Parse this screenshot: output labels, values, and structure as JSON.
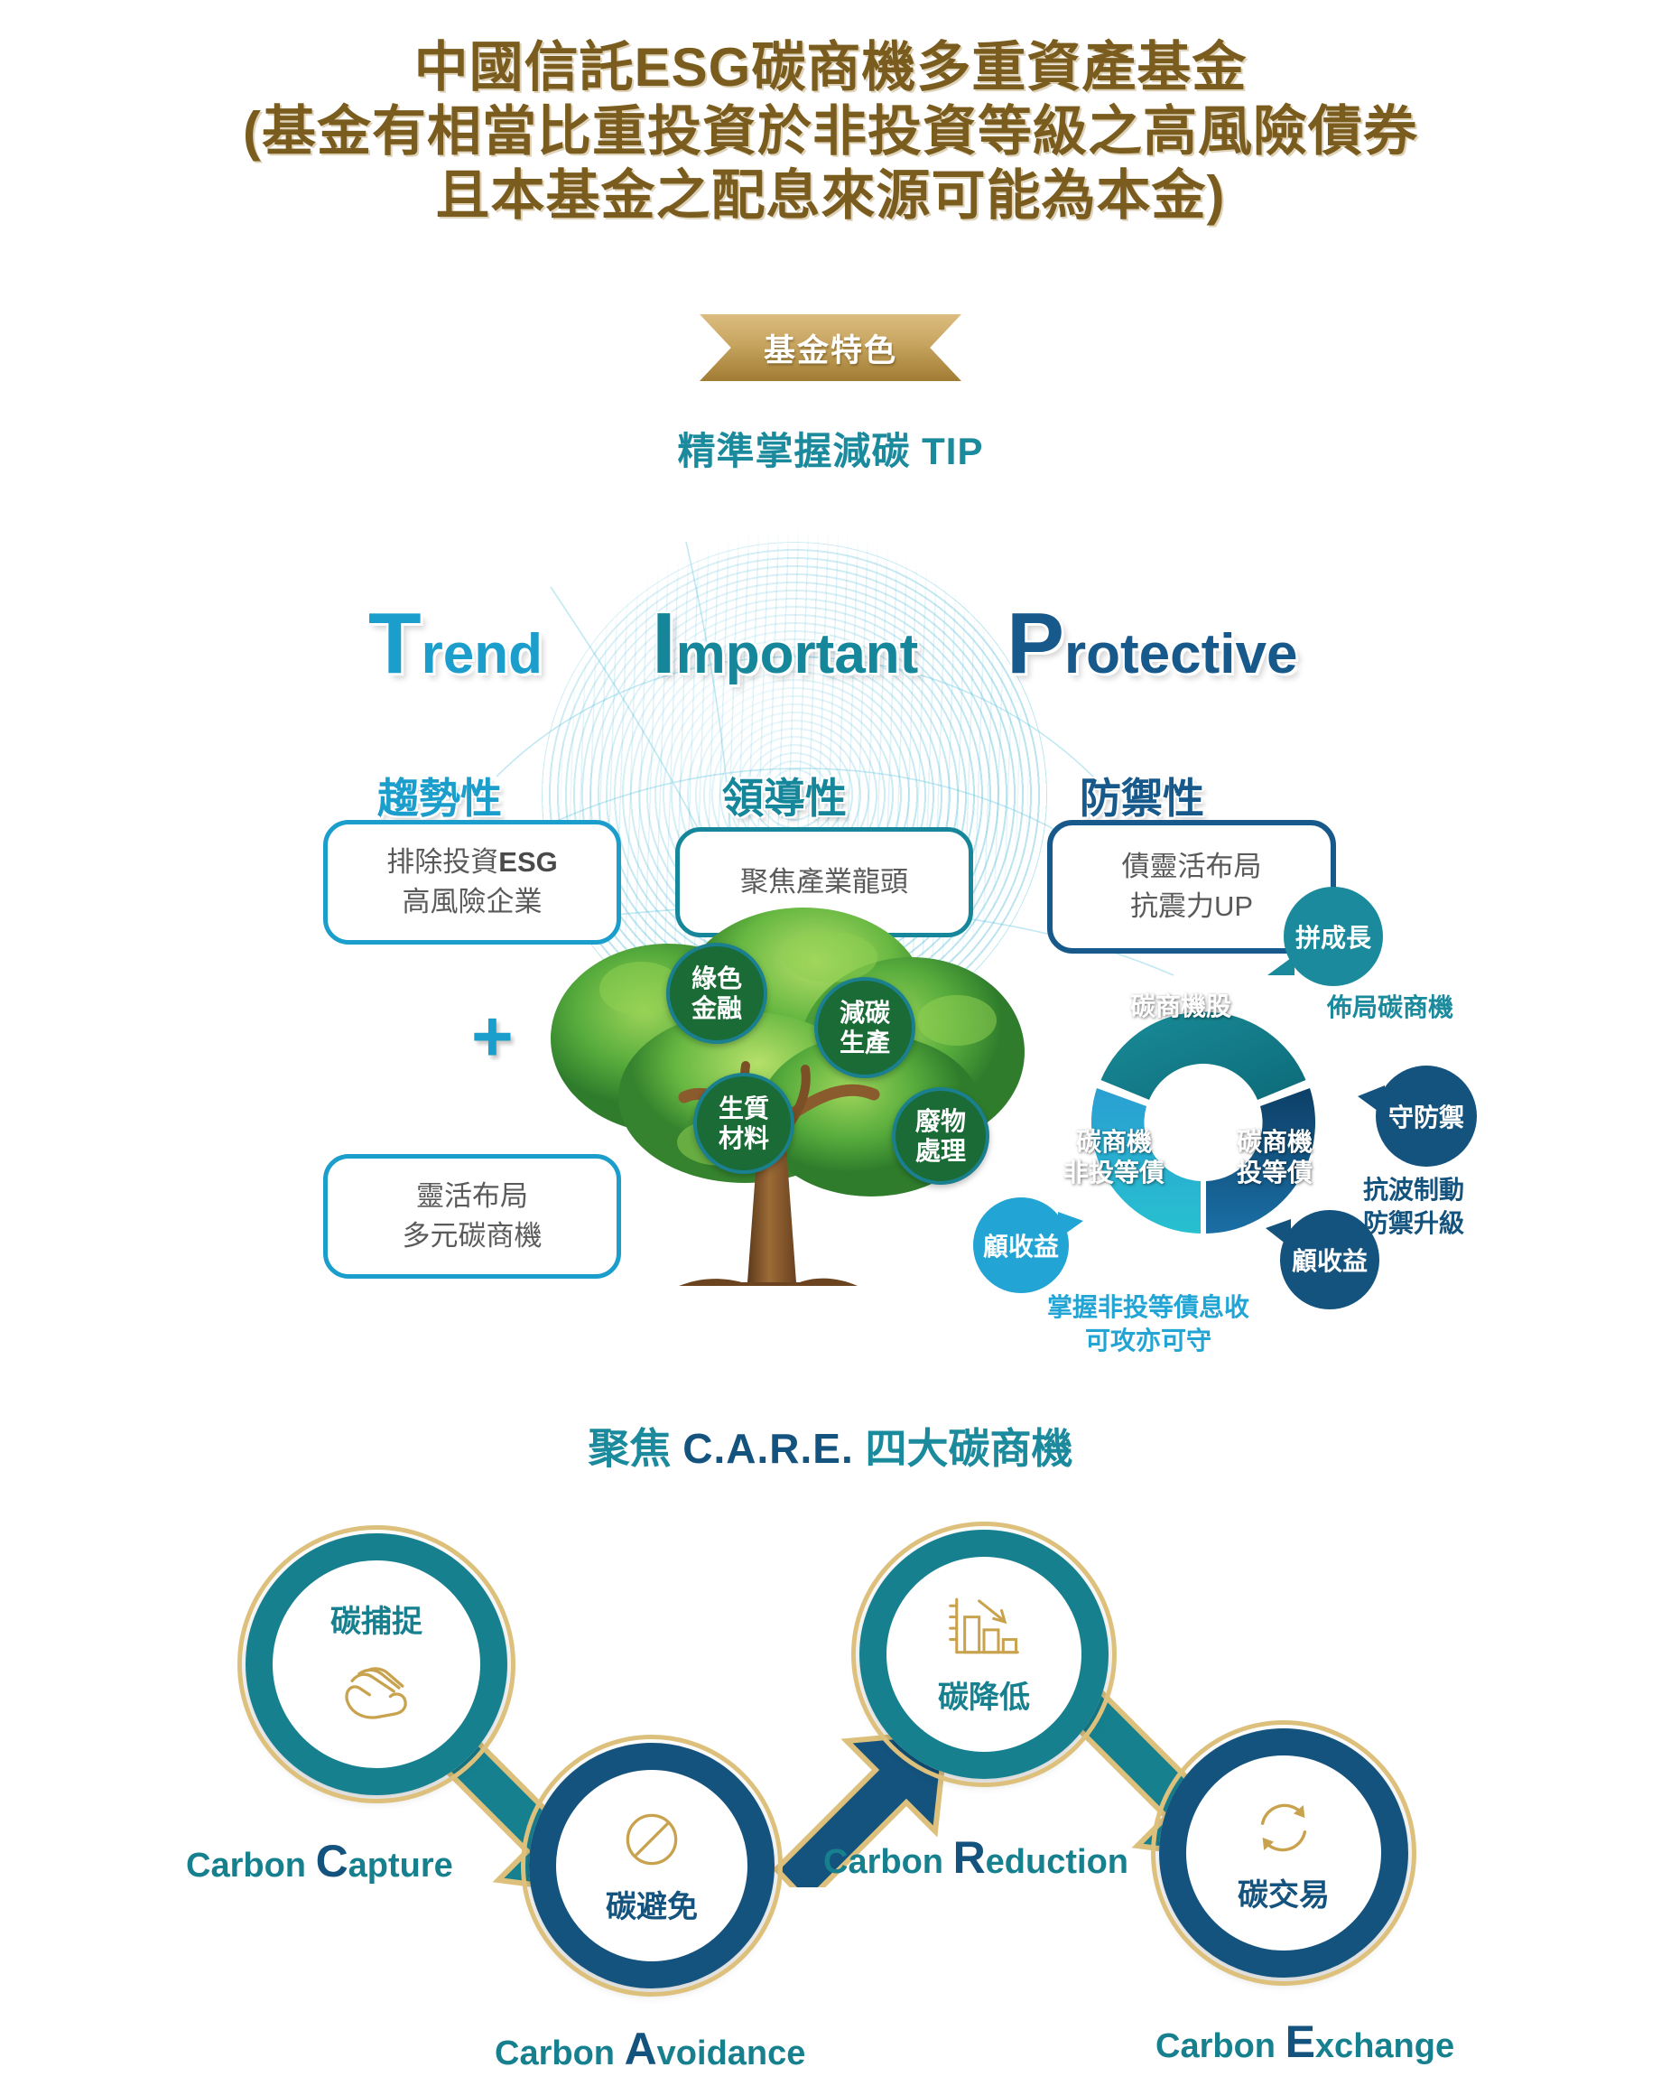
{
  "title": {
    "line1": "中國信託ESG碳商機多重資產基金",
    "line2": "(基金有相當比重投資於非投資等級之高風險債券",
    "line3": "且本基金之配息來源可能為本金)",
    "color": "#7a5c1e"
  },
  "ribbon": {
    "label": "基金特色",
    "color": "#c2a059"
  },
  "tip_subtitle": "精準掌握減碳 TIP",
  "tip": {
    "words": [
      {
        "cap": "T",
        "rest": "rend",
        "cn": "趨勢性",
        "color": "#1b9ecb",
        "box_line1": "排除投資",
        "box_line1_bold": "ESG",
        "box_line2": "高風險企業"
      },
      {
        "cap": "I",
        "rest": "mportant",
        "cn": "領導性",
        "color": "#16879b",
        "box_line1": "聚焦產業龍頭",
        "box_line1_bold": "",
        "box_line2": ""
      },
      {
        "cap": "P",
        "rest": "rotective",
        "cn": "防禦性",
        "color": "#17598a",
        "box_line1": "債靈活布局",
        "box_line1_bold": "",
        "box_line2": "抗震力UP"
      }
    ],
    "plus": "+",
    "flex_box": {
      "line1": "靈活布局",
      "line2": "多元碳商機"
    }
  },
  "tree_bubbles": [
    {
      "line1": "綠色",
      "line2": "金融"
    },
    {
      "line1": "減碳",
      "line2": "生產"
    },
    {
      "line1": "生質",
      "line2": "材料"
    },
    {
      "line1": "廢物",
      "line2": "處理"
    }
  ],
  "donut": {
    "type": "pie",
    "segments": [
      {
        "label_line1": "碳商機股",
        "label_line2": "",
        "color": "#147f8c",
        "value": 38
      },
      {
        "label_line1": "碳商機",
        "label_line2": "非投等債",
        "color": "#2aa8d6",
        "value": 31
      },
      {
        "label_line1": "碳商機",
        "label_line2": "投等債",
        "color": "#12537f",
        "value": 31
      }
    ]
  },
  "callouts": {
    "growth": {
      "badge": "拼成長",
      "caption": "佈局碳商機",
      "color": "#1a8a9c"
    },
    "defend": {
      "badge": "守防禦",
      "caption_line1": "抗波制動",
      "caption_line2": "防禦升級",
      "color": "#14537e"
    },
    "income_left": {
      "badge": "顧收益",
      "caption_line1": "掌握非投等債息收",
      "caption_line2": "可攻亦可守",
      "color": "#22a5d4"
    },
    "income_right": {
      "badge": "顧收益",
      "color": "#14537e"
    }
  },
  "care": {
    "heading_pre": "聚焦 ",
    "heading_acronym": "C.A.R.E.",
    "heading_post": " 四大碳商機",
    "items": [
      {
        "cn": "碳捕捉",
        "en_word": "Carbon ",
        "en_cap": "C",
        "en_rest": "apture",
        "icon": "hands-icon",
        "ring": "teal",
        "label_pos": "top"
      },
      {
        "cn": "碳避免",
        "en_word": "Carbon ",
        "en_cap": "A",
        "en_rest": "voidance",
        "icon": "prohibition-icon",
        "ring": "navy",
        "label_pos": "bottom"
      },
      {
        "cn": "碳降低",
        "en_word": "Carbon ",
        "en_cap": "R",
        "en_rest": "eduction",
        "icon": "declining-bar-chart-icon",
        "ring": "teal",
        "label_pos": "bottom"
      },
      {
        "cn": "碳交易",
        "en_word": "Carbon ",
        "en_cap": "E",
        "en_rest": "xchange",
        "icon": "recycle-arrows-icon",
        "ring": "navy",
        "label_pos": "bottom"
      }
    ]
  }
}
